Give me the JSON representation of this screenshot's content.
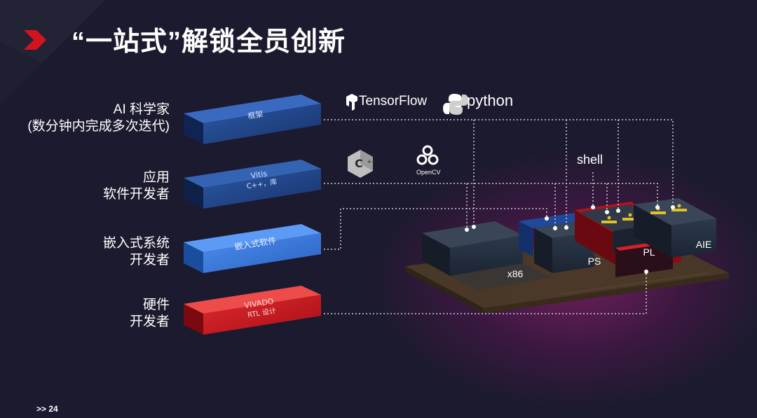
{
  "slide": {
    "title": "“一站式”解锁全员创新",
    "page_number": ">> 24"
  },
  "roles": [
    {
      "line1": "AI 科学家",
      "line2": "(数分钟内完成多次迭代)",
      "block_label": "框架",
      "block_color": "#1f4a8c"
    },
    {
      "line1": "应用",
      "line2": "软件开发者",
      "block_label1": "Vitis",
      "block_label2": "C++，库",
      "block_color": "#1d3f7a"
    },
    {
      "line1": "嵌入式系统",
      "line2": "开发者",
      "block_label": "嵌入式软件",
      "block_color": "#2f6fd0"
    },
    {
      "line1": "硬件",
      "line2": "开发者",
      "block_label1": "VIVADO",
      "block_label2": "RTL 设计",
      "block_color": "#c0161c"
    }
  ],
  "logos": {
    "tensorflow": "TensorFlow",
    "python": "python",
    "cpp": "C++",
    "opencv": "OpenCV"
  },
  "hardware": {
    "x86": "x86",
    "ps": "PS",
    "pl": "PL",
    "aie": "AIE",
    "shell": "shell"
  },
  "colors": {
    "accent_red": "#d4141c",
    "block_blue": "#1f4a8c",
    "bright_blue": "#2f6fd0",
    "chip_dark": "#1f2a3a"
  }
}
